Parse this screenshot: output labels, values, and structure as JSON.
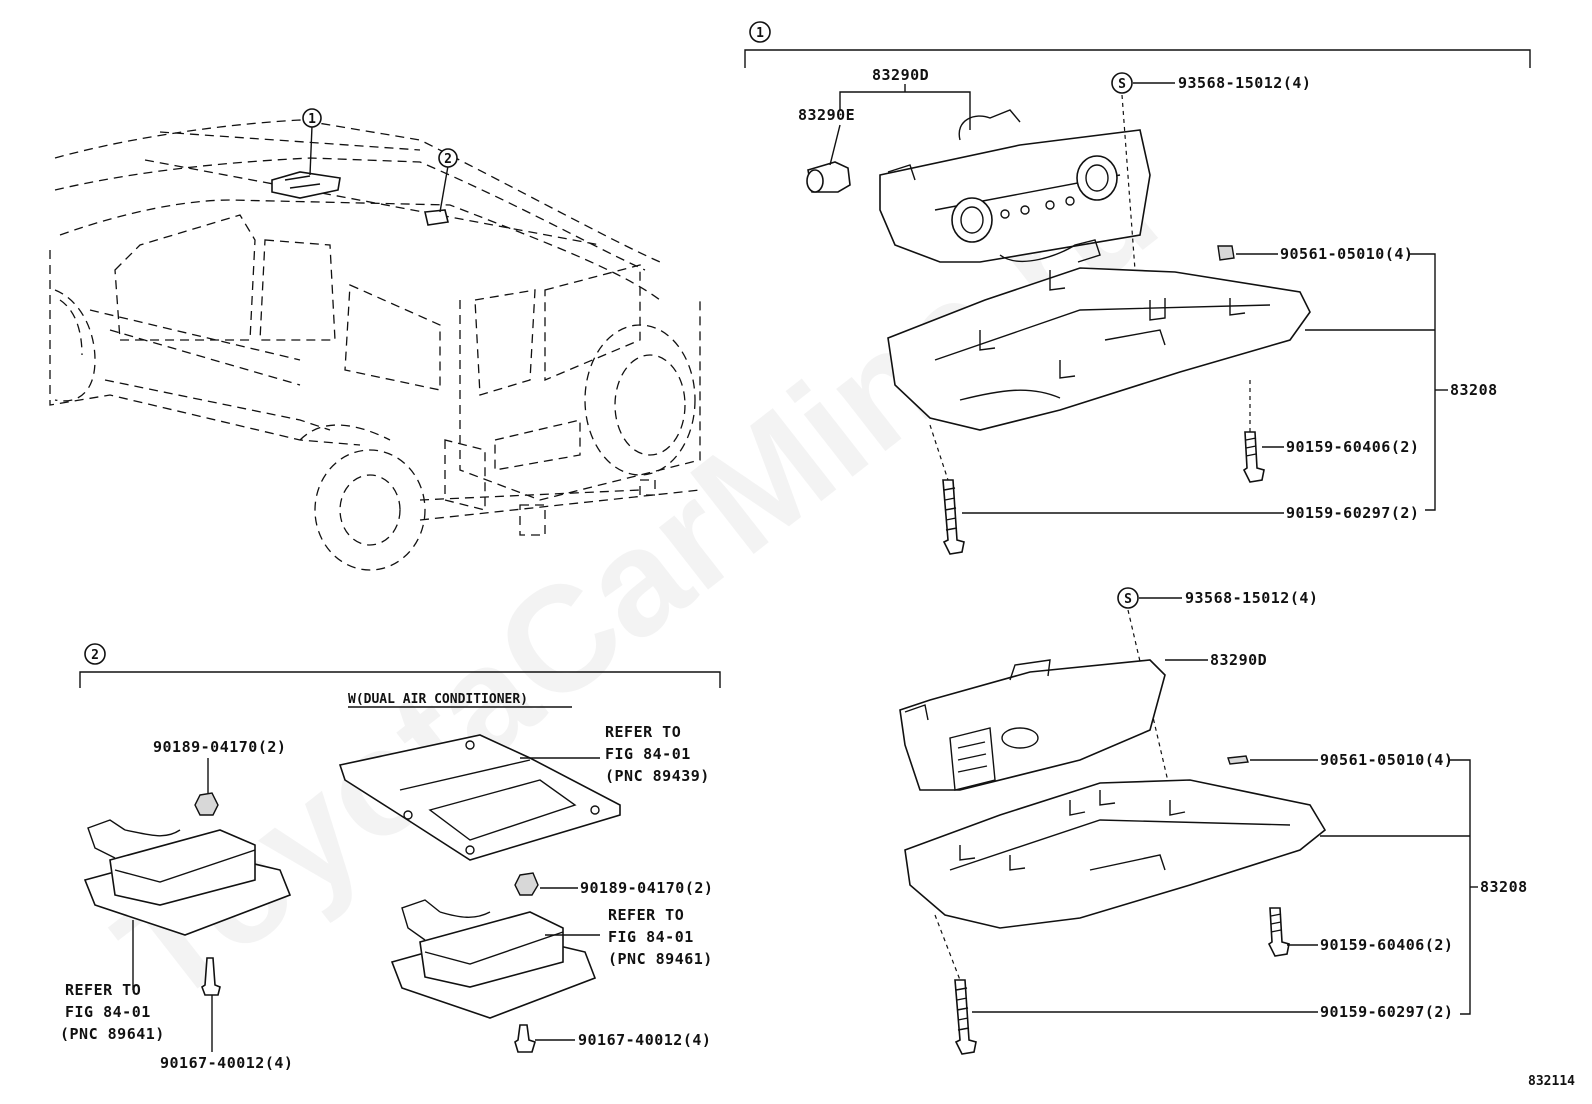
{
  "diagram_id": "832114",
  "watermark": "ToyotaCarMine.ru",
  "callouts": {
    "one": "1",
    "two": "2",
    "service": "S"
  },
  "section1_top": {
    "assembly": "83290D",
    "bulb": "83290E",
    "screw_s": "93568-15012(4)",
    "clip": "90561-05010(4)",
    "bracket": "83208",
    "screw_a": "90159-60406(2)",
    "screw_b": "90159-60297(2)"
  },
  "section1_bottom": {
    "screw_s": "93568-15012(4)",
    "assembly": "83290D",
    "clip": "90561-05010(4)",
    "bracket": "83208",
    "screw_a": "90159-60406(2)",
    "screw_b": "90159-60297(2)"
  },
  "section2": {
    "condition": "W(DUAL AIR CONDITIONER)",
    "plate_ref": [
      "REFER TO",
      "FIG 84-01",
      "(PNC 89439)"
    ],
    "nut_top": "90189-04170(2)",
    "nut_mid": "90189-04170(2)",
    "light_right_ref": [
      "REFER TO",
      "FIG 84-01",
      "(PNC 89461)"
    ],
    "light_left_ref": [
      "REFER TO",
      "FIG 84-01",
      "(PNC 89641)"
    ],
    "screw_left": "90167-40012(4)",
    "screw_right": "90167-40012(4)"
  }
}
